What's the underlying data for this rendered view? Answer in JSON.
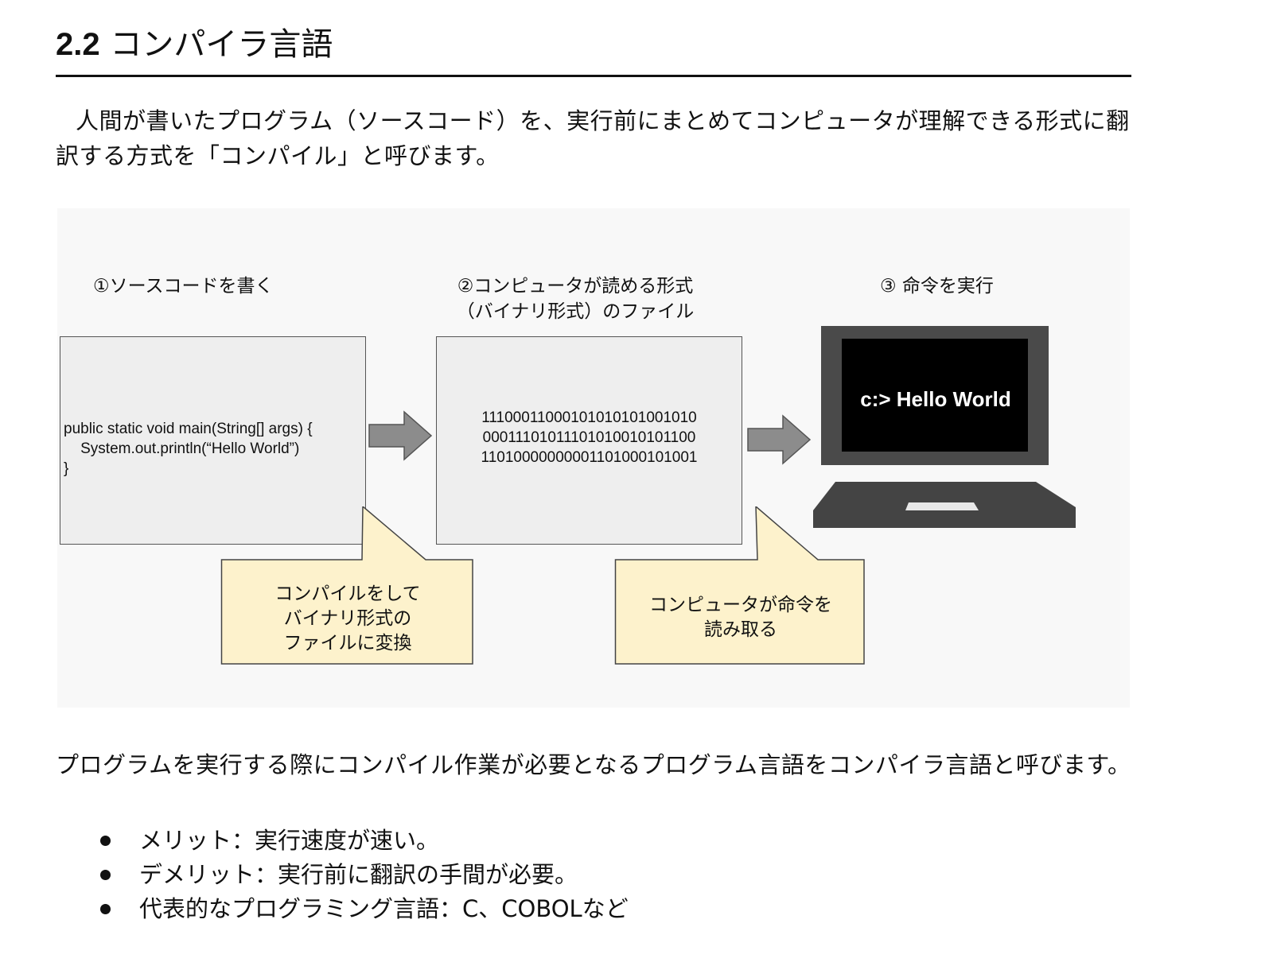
{
  "section": {
    "number": "2.2",
    "title": "コンパイラ言語"
  },
  "intro_text": "人間が書いたプログラム（ソースコード）を、実行前にまとめてコンピュータが理解できる形式に翻訳する方式を「コンパイル」と呼びます。",
  "figure": {
    "step1_label": "①ソースコードを書く",
    "step2_label_line1": "②コンピュータが読める形式",
    "step2_label_line2": "（バイナリ形式）のファイル",
    "step3_label": "③ 命令を実行",
    "code_lines": "public static void main(String[] args) {\n    System.out.println(“Hello World”)\n}",
    "binary_lines": [
      "11100011000101010101001010",
      "00011101011101010010101100",
      "11010000000001101000101001"
    ],
    "screen_text": "c:> Hello World",
    "callout1_lines": [
      "コンパイルをして",
      "バイナリ形式の",
      "ファイルに変換"
    ],
    "callout2_lines": [
      "コンピュータが命令を",
      "読み取る"
    ]
  },
  "body_text": "プログラムを実行する際にコンパイル作業が必要となるプログラム言語をコンパイラ言語と呼びます。",
  "bullets": [
    "メリット：実行速度が速い。",
    "デメリット：実行前に翻訳の手間が必要。",
    "代表的なプログラミング言語：C、COBOLなど"
  ]
}
